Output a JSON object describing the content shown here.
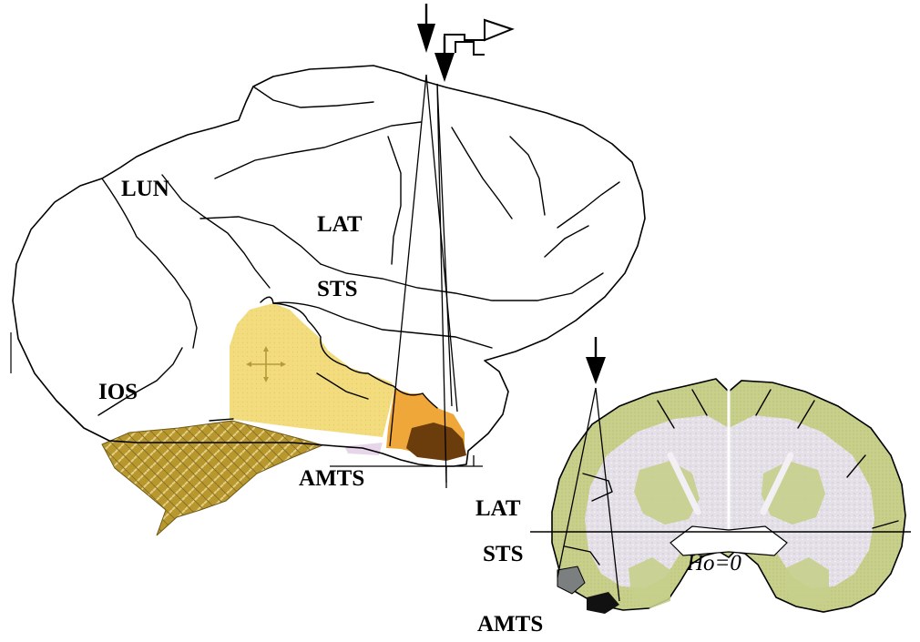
{
  "lateral_view": {
    "labels": {
      "lun": "LUN",
      "lat": "LAT",
      "sts": "STS",
      "ios": "IOS",
      "amts": "AMTS"
    }
  },
  "coronal_section": {
    "labels": {
      "lat": "LAT",
      "sts": "STS",
      "amts": "AMTS",
      "horizontal_zero": "Ho=0"
    }
  },
  "colors": {
    "region_light": "#f3dc7e",
    "region_orange": "#f0a73a",
    "region_dark_brown": "#6b3c0c",
    "region_olive": "#b8982e",
    "cortex_green": "#c7cf8b",
    "white_matter": "#e4e0e7"
  },
  "icons": [
    "arrow-down-icon",
    "flag-arrow-icon",
    "crosshair-icon"
  ]
}
